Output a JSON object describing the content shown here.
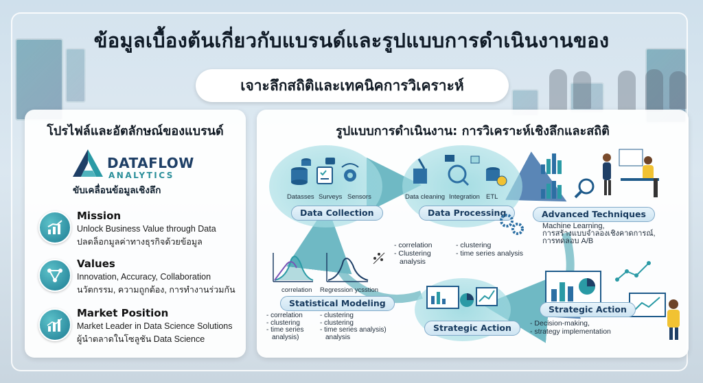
{
  "title": "ข้อมูลเบื้องต้นเกี่ยวกับแบรนด์และรูปแบบการดำเนินงานของ",
  "subtitle": "เจาะลึกสถิติและเทคนิคการวิเคราะห์",
  "left_panel": {
    "heading": "โปรไฟล์และอัตลักษณ์ของแบรนด์",
    "brand_name": "DATAFLOW",
    "brand_sub": "ANALYTICS",
    "tagline": "ขับเคลื่อนข้อมูลเชิงลึก",
    "items": [
      {
        "icon": "growth-chart-icon",
        "title": "Mission",
        "line1": "Unlock Business Value through Data",
        "line2": "ปลดล็อกมูลค่าทางธุรกิจด้วยข้อมูล"
      },
      {
        "icon": "network-icon",
        "title": "Values",
        "line1": "Innovation, Accuracy, Collaboration",
        "line2": "นวัตกรรม, ความถูกต้อง, การทำงานร่วมกัน"
      },
      {
        "icon": "bar-chart-icon",
        "title": "Market Position",
        "line1": "Market Leader in Data Science Solutions",
        "line2": "ผู้นำตลาดในโซลูชัน Data Science"
      }
    ]
  },
  "right_panel": {
    "heading": "รูปแบบการดำเนินงาน: การวิเคราะห์เชิงลึกและสถิติ",
    "data_collection": {
      "label": "Data Collection",
      "captions": [
        "Datasses",
        "Surveys",
        "Sensors"
      ]
    },
    "data_processing": {
      "label": "Data Processing",
      "captions": [
        "Data cleaning",
        "Integration",
        "ETL"
      ]
    },
    "advanced": {
      "label": "Advanced Techniques",
      "lines": [
        "Machine Learning,",
        "การสร้างแบบจำลองเชิงคาดการณ์,",
        "การทดลอบ A/B"
      ]
    },
    "middle_notes": {
      "col1": [
        "- correlation",
        "- Clustering",
        "analysis"
      ],
      "col2": [
        "- clustering",
        "- time series analysis"
      ]
    },
    "statistical_modeling": {
      "label": "Statistical Modeling",
      "captions": [
        "correlation",
        "Regression ycsstion"
      ],
      "col1": [
        "- correlation",
        "- clustering",
        "- time series",
        "analysis)"
      ],
      "col2": [
        "- clustering",
        "- clustering",
        "- time series analysis)",
        "analysis"
      ]
    },
    "strategic_center": {
      "label": "Strategic Action"
    },
    "strategic_right": {
      "label": "Strategic Action",
      "lines": [
        "- Decision-making,",
        "- strategy implementation"
      ]
    }
  },
  "colors": {
    "teal": "#2b8f9a",
    "navy": "#1e3f66",
    "blob": "#9fd8df",
    "label_border": "#7fa9c8"
  }
}
